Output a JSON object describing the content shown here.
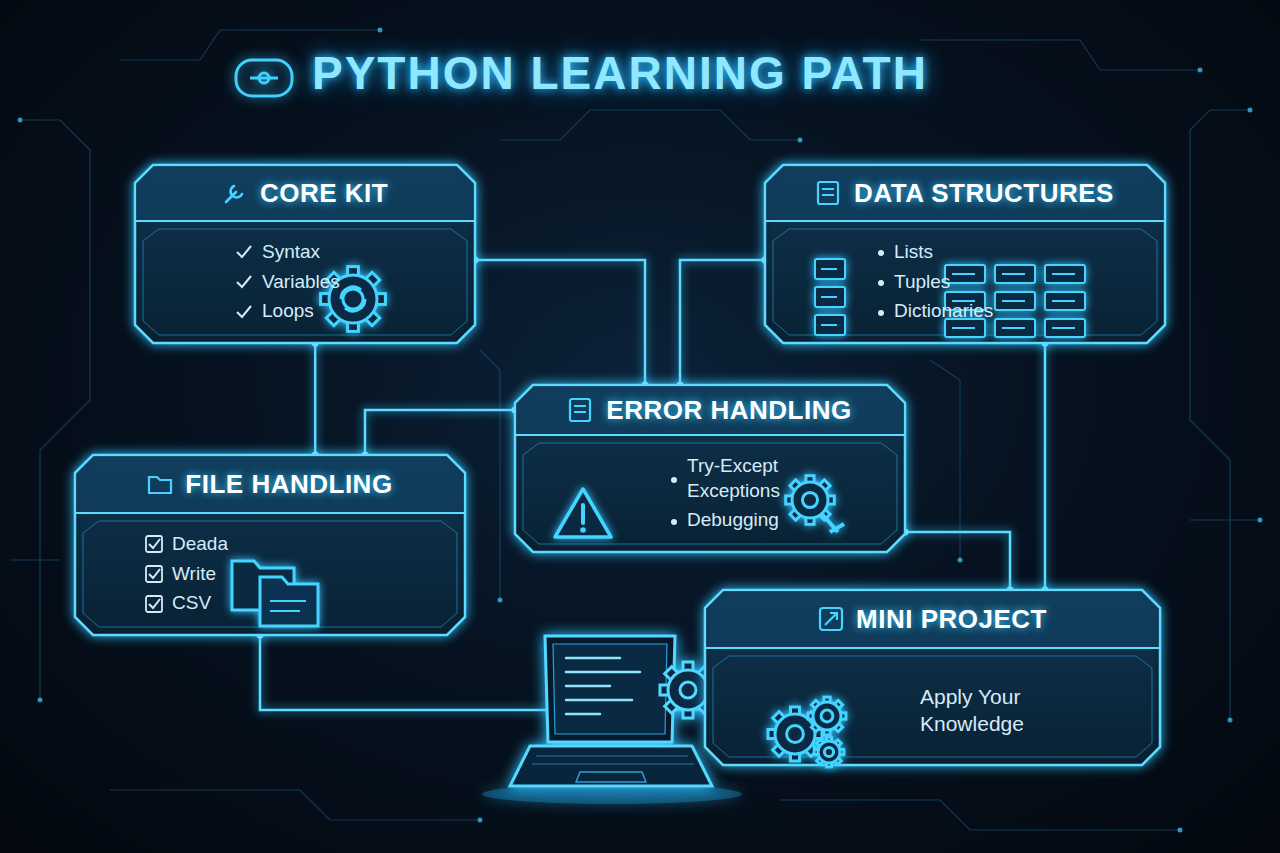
{
  "diagram": {
    "title": "PYTHON LEARNING PATH",
    "nodes": [
      {
        "text": [
          "CORE KIT",
          "Syntax",
          "Variables",
          "Loops"
        ]
      },
      {
        "text": [
          "DATA STRUCTURES",
          "Lists",
          "Tuples",
          "Dictionaries"
        ]
      },
      {
        "text": [
          "ERROR HANDLING",
          "Try-Except Exceptions",
          "Debugging"
        ]
      },
      {
        "text": [
          "FILE HANDLING",
          "Deada",
          "Write",
          "CSV"
        ]
      },
      {
        "text": [
          "MINI PROJECT",
          "Apply Your Knowledge"
        ]
      }
    ],
    "edges": [
      {
        "from": 0,
        "to": 3,
        "arrow": "none"
      },
      {
        "from": 0,
        "to": 2,
        "arrow": "none"
      },
      {
        "from": 1,
        "to": 2,
        "arrow": "none"
      },
      {
        "from": 1,
        "to": 4,
        "arrow": "none"
      },
      {
        "from": 2,
        "to": 4,
        "arrow": "none"
      },
      {
        "from": 3,
        "to": 2,
        "arrow": "none"
      },
      {
        "from": 3,
        "to": 4,
        "arrow": "none"
      }
    ]
  }
}
